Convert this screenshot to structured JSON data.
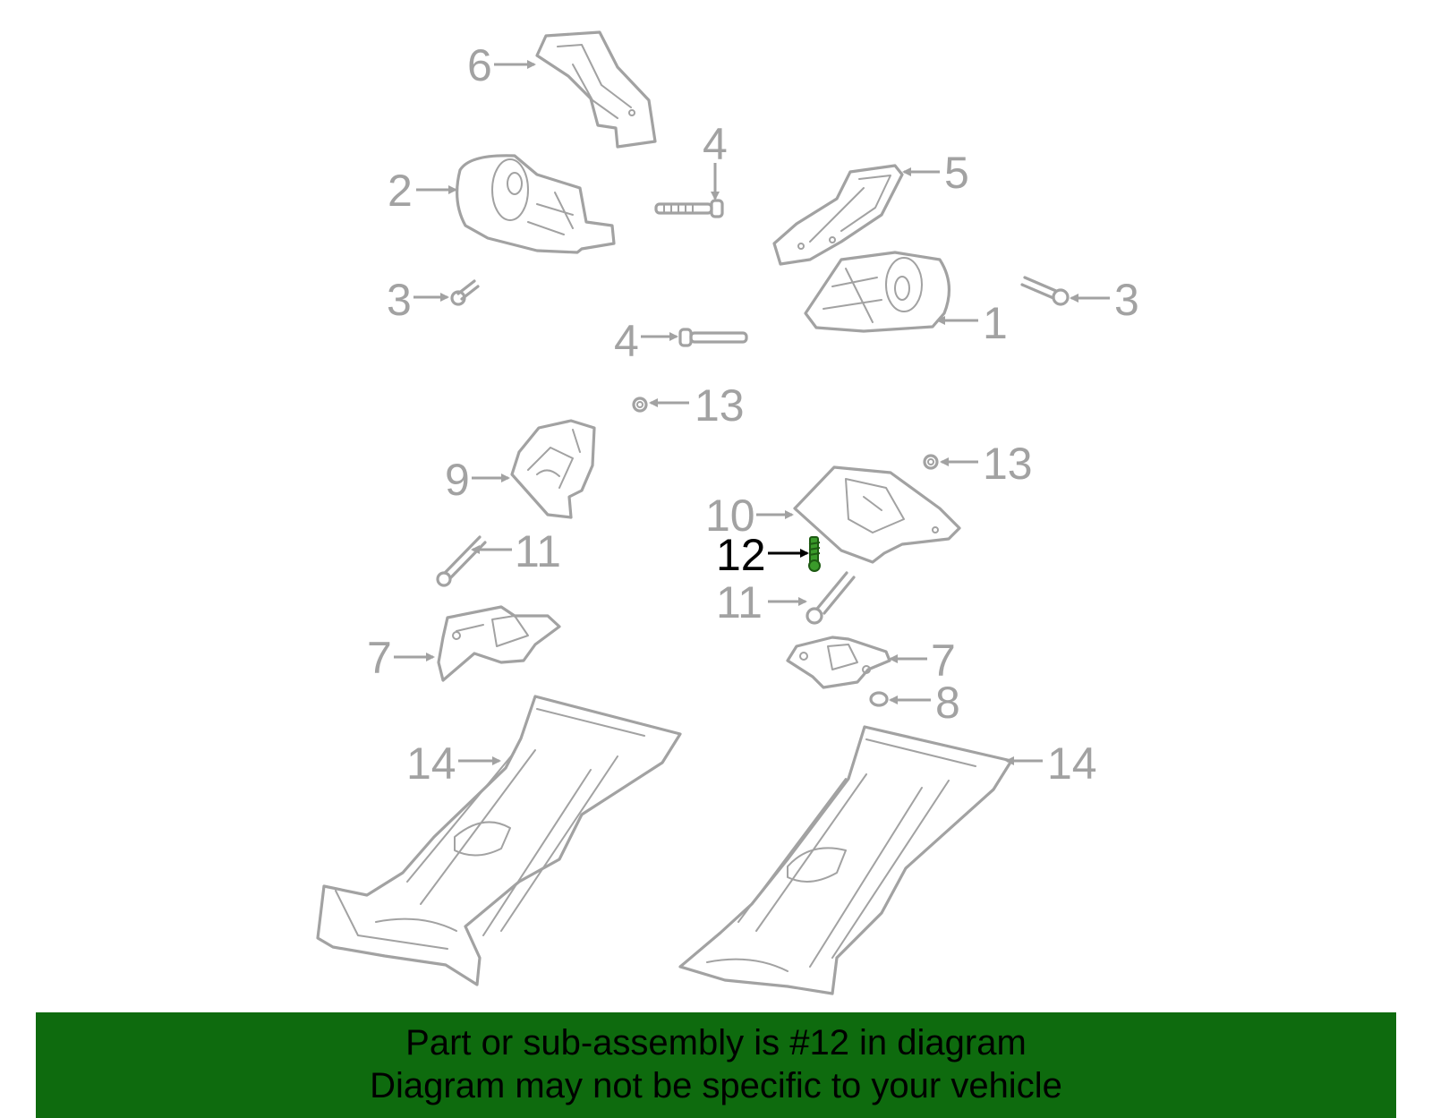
{
  "callouts": {
    "c1": "1",
    "c2": "2",
    "c3a": "3",
    "c3b": "3",
    "c4a": "4",
    "c4b": "4",
    "c5": "5",
    "c6": "6",
    "c7a": "7",
    "c7b": "7",
    "c8": "8",
    "c9": "9",
    "c10": "10",
    "c11a": "11",
    "c11b": "11",
    "c12": "12",
    "c13a": "13",
    "c13b": "13",
    "c14a": "14",
    "c14b": "14"
  },
  "highlight_color": "#3a9a2a",
  "banner": {
    "color": "#0e6b0e",
    "line1": "Part or sub-assembly is #12 in diagram",
    "line2": "Diagram may not be specific to your vehicle"
  }
}
